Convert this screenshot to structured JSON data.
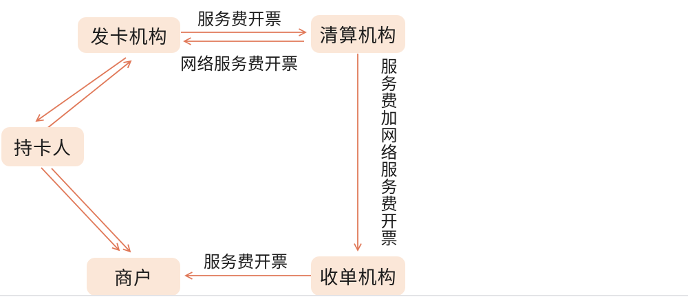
{
  "diagram": {
    "nodes": {
      "issuer": {
        "label": "发卡机构"
      },
      "clearing": {
        "label": "清算机构"
      },
      "cardholder": {
        "label": "持卡人"
      },
      "merchant": {
        "label": "商户"
      },
      "acquirer": {
        "label": "收单机构"
      }
    },
    "edges": [
      {
        "from": "发卡机构",
        "to": "清算机构",
        "label": "服务费开票",
        "direction": "right"
      },
      {
        "from": "清算机构",
        "to": "发卡机构",
        "label": "网络服务费开票",
        "direction": "left"
      },
      {
        "from": "清算机构",
        "to": "收单机构",
        "label": "服务费加网络服务费开票",
        "direction": "down"
      },
      {
        "from": "收单机构",
        "to": "商户",
        "label": "服务费开票",
        "direction": "left"
      },
      {
        "from": "发卡机构",
        "to": "持卡人",
        "label": ""
      },
      {
        "from": "持卡人",
        "to": "发卡机构",
        "label": ""
      },
      {
        "from": "持卡人",
        "to": "商户",
        "label": ""
      },
      {
        "from": "持卡人",
        "to": "商户",
        "label": ""
      }
    ],
    "colors": {
      "node_fill": "#fbe7d8",
      "arrow": "#e07858",
      "text": "#1c1c1c",
      "bottom_rule": "#e3e4e7"
    }
  }
}
